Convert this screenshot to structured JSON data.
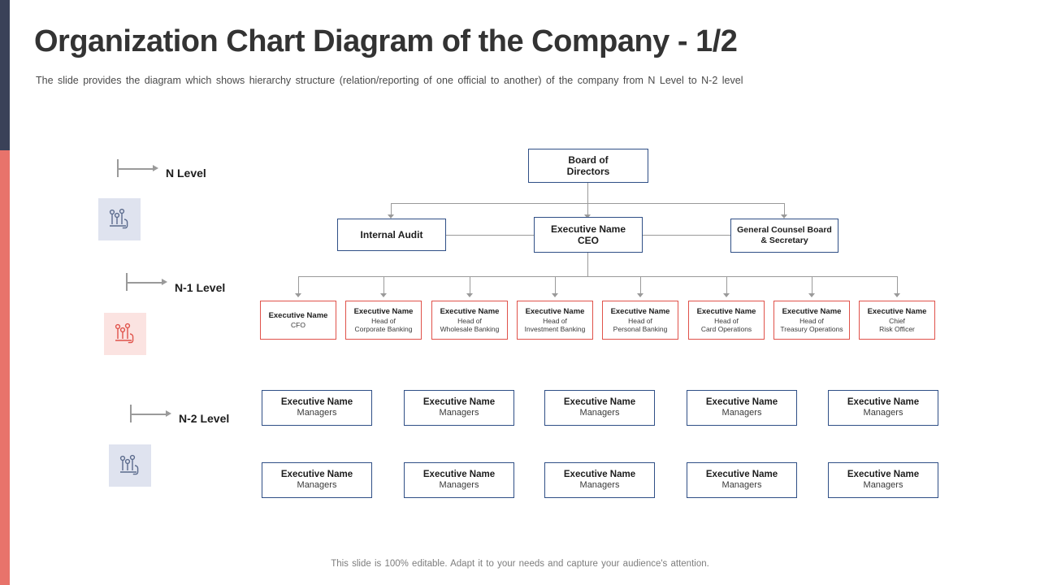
{
  "title": "Organization Chart Diagram of the Company - 1/2",
  "subtitle": "The slide provides the diagram which shows hierarchy structure (relation/reporting of one official to another) of the company from N Level to N-2 level",
  "footer": "This slide is 100% editable. Adapt it to your needs and capture your audience's attention.",
  "colors": {
    "accent_dark": "#3a4158",
    "accent_red": "#e8736b",
    "node_blue_border": "#2f4f86",
    "node_red_border": "#e0524a",
    "connector": "#9a9a9a"
  },
  "levels": [
    {
      "label": "N Level",
      "icon": "people-hierarchy-icon",
      "icon_style": "blue"
    },
    {
      "label": "N-1 Level",
      "icon": "people-hierarchy-icon",
      "icon_style": "red"
    },
    {
      "label": "N-2 Level",
      "icon": "people-hierarchy-icon",
      "icon_style": "blue"
    }
  ],
  "nodes": {
    "board": {
      "line1": "Board of",
      "line2": "Directors"
    },
    "internal_audit": {
      "line1": "Internal Audit",
      "line2": ""
    },
    "ceo": {
      "line1": "Executive Name",
      "line2": "CEO"
    },
    "general_counsel": {
      "line1": "General Counsel Board",
      "line2": "& Secretary"
    }
  },
  "n1_nodes": [
    {
      "line1": "Executive Name",
      "line2": "CFO",
      "line3": ""
    },
    {
      "line1": "Executive Name",
      "line2": "Head of",
      "line3": "Corporate Banking"
    },
    {
      "line1": "Executive Name",
      "line2": "Head of",
      "line3": "Wholesale Banking"
    },
    {
      "line1": "Executive Name",
      "line2": "Head of",
      "line3": "Investment Banking"
    },
    {
      "line1": "Executive Name",
      "line2": "Head of",
      "line3": "Personal Banking"
    },
    {
      "line1": "Executive Name",
      "line2": "Head of",
      "line3": "Card Operations"
    },
    {
      "line1": "Executive Name",
      "line2": "Head of",
      "line3": "Treasury Operations"
    },
    {
      "line1": "Executive Name",
      "line2": "Chief",
      "line3": "Risk Officer"
    }
  ],
  "n2_row1": [
    {
      "line1": "Executive Name",
      "line2": "Managers"
    },
    {
      "line1": "Executive Name",
      "line2": "Managers"
    },
    {
      "line1": "Executive Name",
      "line2": "Managers"
    },
    {
      "line1": "Executive Name",
      "line2": "Managers"
    },
    {
      "line1": "Executive Name",
      "line2": "Managers"
    }
  ],
  "n2_row2": [
    {
      "line1": "Executive Name",
      "line2": "Managers"
    },
    {
      "line1": "Executive Name",
      "line2": "Managers"
    },
    {
      "line1": "Executive Name",
      "line2": "Managers"
    },
    {
      "line1": "Executive Name",
      "line2": "Managers"
    },
    {
      "line1": "Executive Name",
      "line2": "Managers"
    }
  ]
}
